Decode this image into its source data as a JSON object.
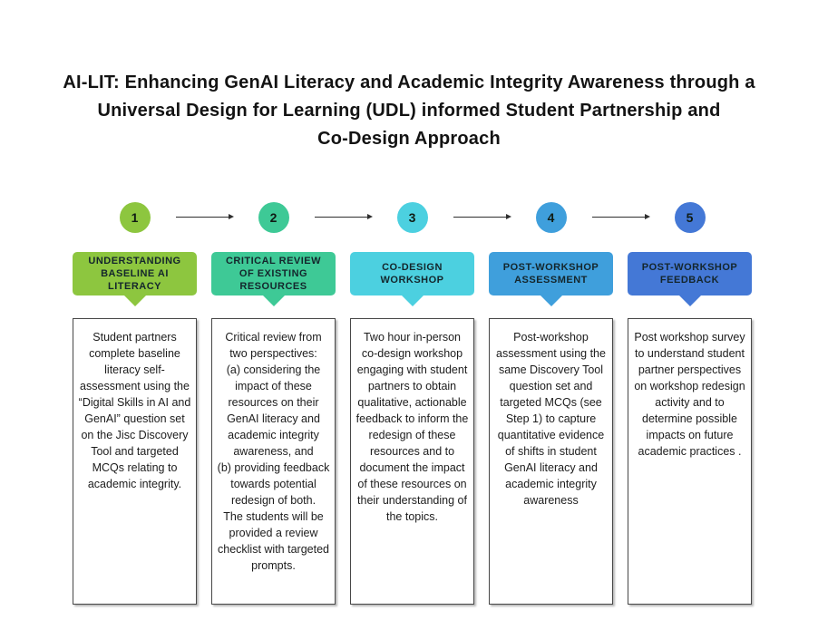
{
  "title": {
    "line1": "AI-LIT: Enhancing GenAI Literacy and Academic Integrity Awareness through a",
    "line2": "Universal Design for Learning (UDL) informed Student Partnership and",
    "line3": "Co-Design Approach"
  },
  "steps": [
    {
      "number": "1",
      "color": "#8dc63f",
      "label": "UNDERSTANDING\nBASELINE AI\nLITERACY",
      "body": "Student partners complete baseline literacy self-assessment using the “Digital Skills in AI and GenAI” question set on the Jisc Discovery Tool and targeted MCQs relating to academic integrity."
    },
    {
      "number": "2",
      "color": "#3ec996",
      "label": "CRITICAL REVIEW\nOF EXISTING\nRESOURCES",
      "body": "Critical review from two perspectives:\n(a) considering the impact of these resources on their GenAI literacy and academic integrity awareness, and\n(b) providing feedback towards potential redesign of both.\nThe students will be provided a review checklist with targeted prompts."
    },
    {
      "number": "3",
      "color": "#4cd0e0",
      "label": "CO-DESIGN\nWORKSHOP",
      "body": "Two hour in-person co-design workshop engaging with student partners to obtain qualitative, actionable feedback to inform the redesign of these resources and to document the impact of these resources on their understanding of the topics."
    },
    {
      "number": "4",
      "color": "#3f9fdc",
      "label": "POST-WORKSHOP\nASSESSMENT",
      "body": "Post-workshop assessment using the same Discovery Tool question set and targeted MCQs (see Step 1) to capture quantitative evidence of shifts in student GenAI literacy and academic integrity awareness"
    },
    {
      "number": "5",
      "color": "#4478d6",
      "label": "POST-WORKSHOP\nFEEDBACK",
      "body": "Post workshop survey to understand student partner perspectives on workshop redesign activity and to determine possible impacts on future academic practices ."
    }
  ]
}
